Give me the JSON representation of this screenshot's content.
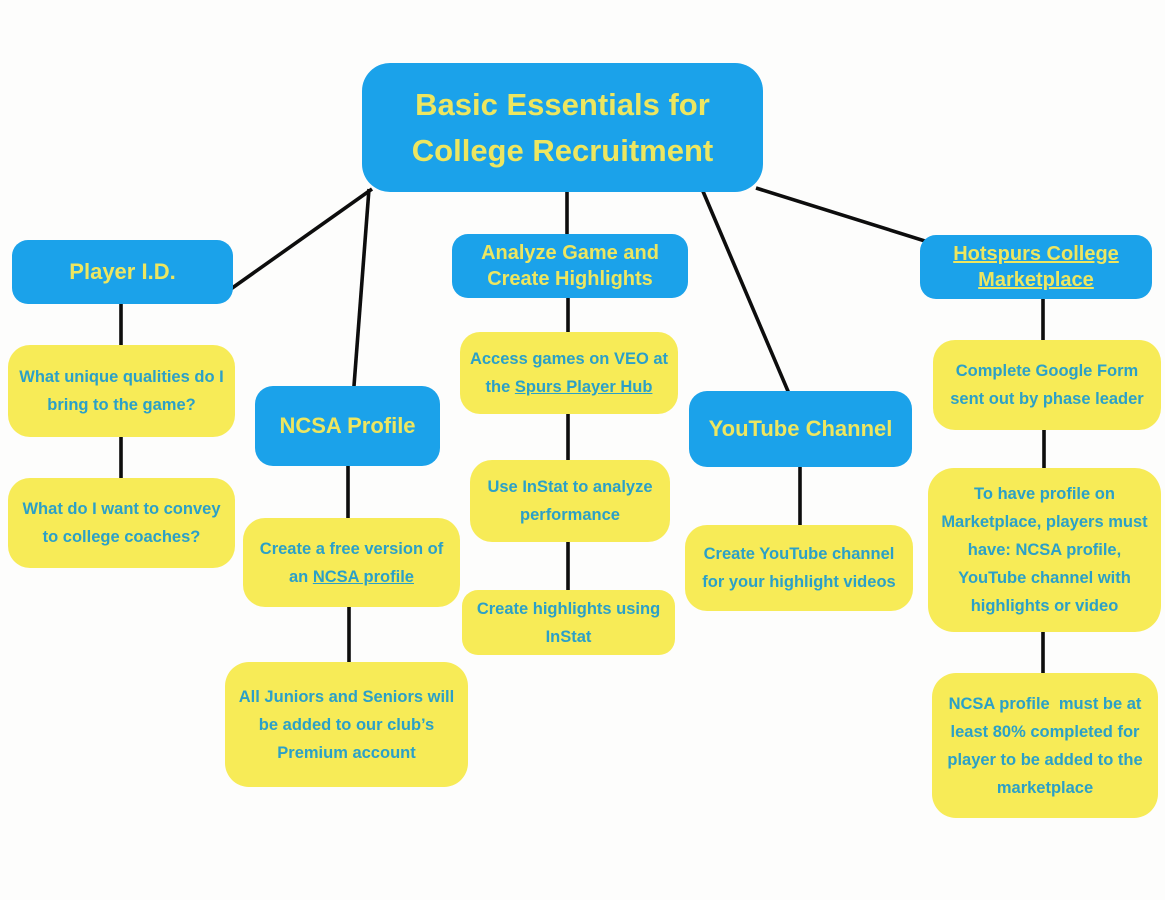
{
  "colors": {
    "node_blue": "#1BA2EA",
    "node_yellow": "#F7EB57",
    "text_on_blue": "#EDE660",
    "text_on_yellow": "#2BA0C8",
    "connector_line": "#0D0D0D",
    "background": "#FDFDFC"
  },
  "diagram": {
    "root": {
      "label": "Basic Essentials for\nCollege Recruitment"
    },
    "player_id": {
      "title": "Player I.D.",
      "q1": "What unique qualities do I\nbring to the game?",
      "q2": "What do I want to convey\nto college coaches?"
    },
    "ncsa": {
      "title": "NCSA Profile",
      "free_prefix": "Create a free version of\nan ",
      "free_link": "NCSA profile",
      "juniors": "All Juniors and Seniors will\nbe added to our club’s\nPremium account"
    },
    "analyze": {
      "title": "Analyze Game and\nCreate Highlights",
      "veo_prefix": "Access games on VEO at\nthe ",
      "veo_link": "Spurs Player Hub",
      "instat": "Use InStat to analyze\nperformance",
      "highlights": "Create highlights using\nInStat"
    },
    "youtube": {
      "title": "YouTube Channel",
      "create": "Create YouTube channel\nfor your highlight videos"
    },
    "hotspurs": {
      "title": "Hotspurs College\nMarketplace",
      "gform": "Complete Google Form\nsent out by phase leader",
      "requirements": "To have profile on\nMarketplace, players must\nhave: NCSA profile,\nYouTube channel with\nhighlights or video",
      "ncsa80": "NCSA profile  must be at\nleast 80% completed for\nplayer to be added to the\nmarketplace"
    }
  }
}
